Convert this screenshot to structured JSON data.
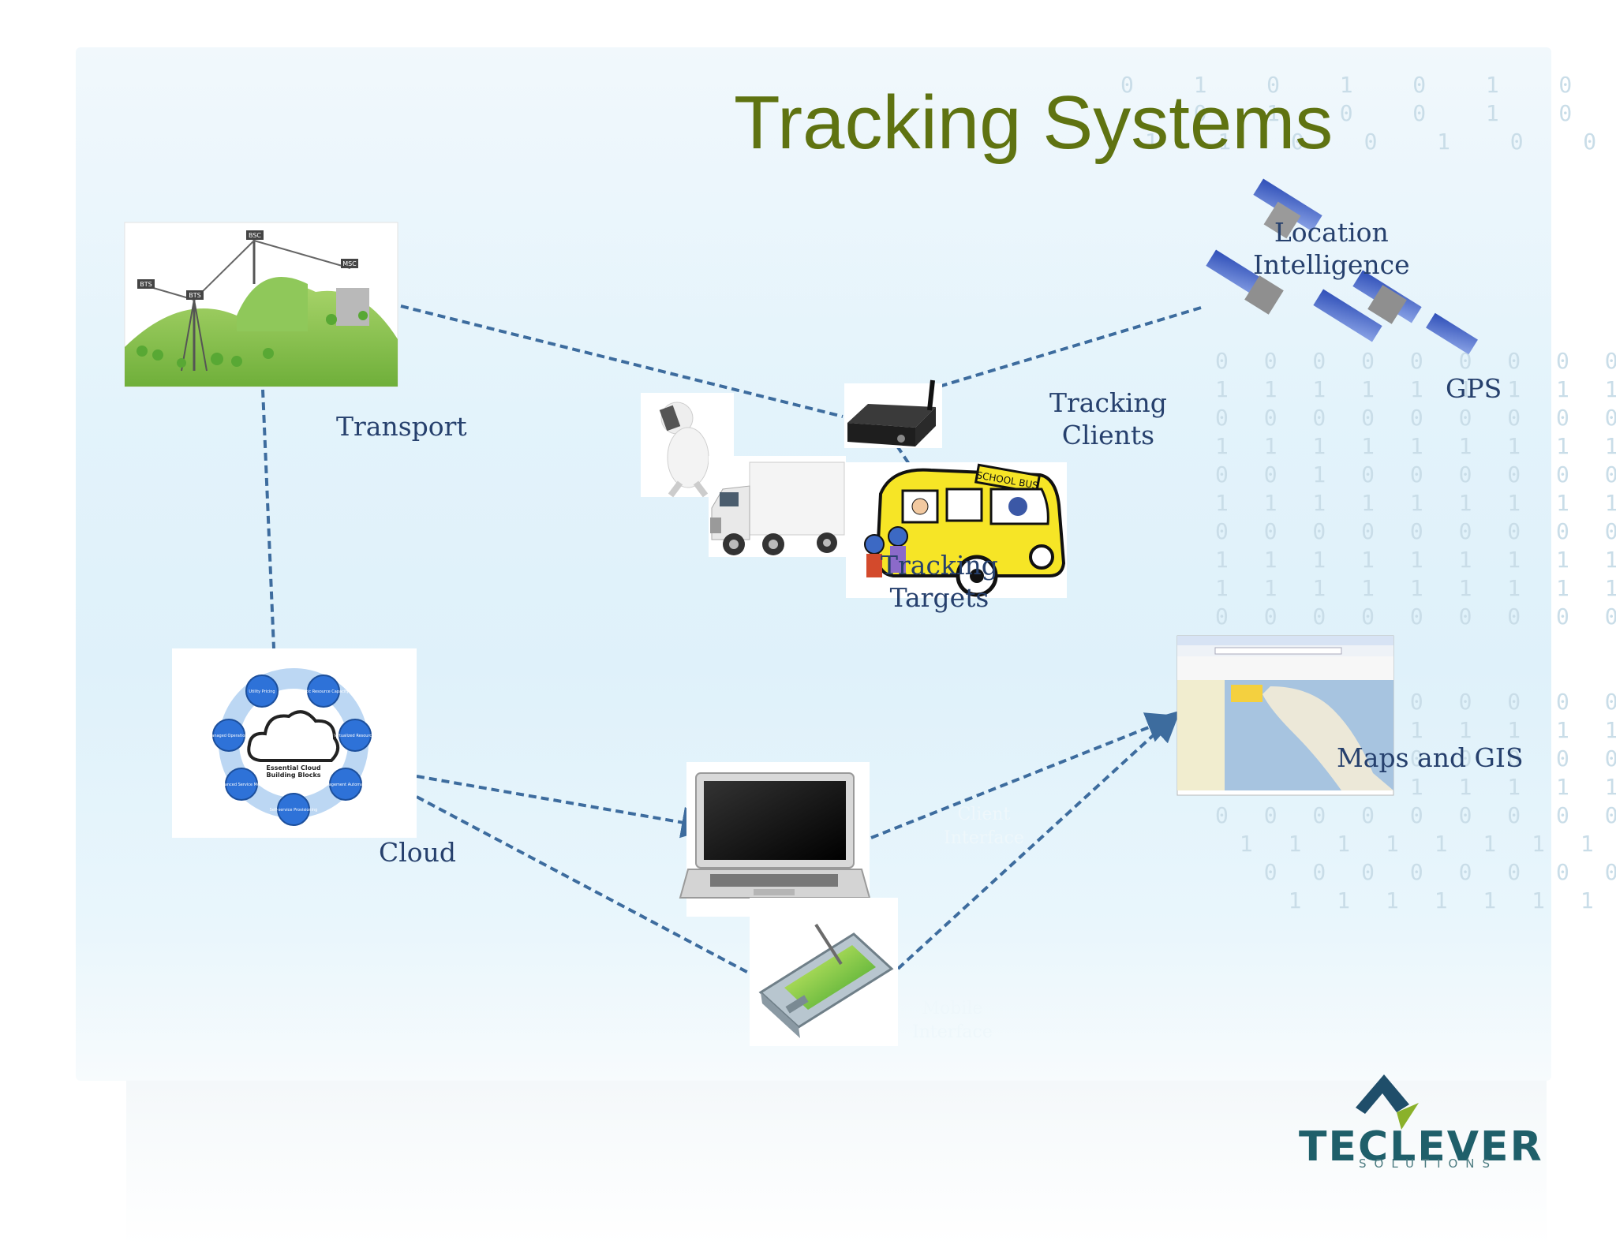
{
  "title": "Tracking Systems",
  "nodes": {
    "location_intelligence": "Location\nIntelligence",
    "gps": "GPS",
    "tracking_clients": "Tracking\nClients",
    "transport": "Transport",
    "tracking_targets": "Tracking\nTargets",
    "cloud": "Cloud",
    "maps_gis": "Maps and GIS",
    "client_interface": "Client\nInterface",
    "mobile_interface": "Mobile\nInterface"
  },
  "figure_text": {
    "cell_tower": {
      "bsc": "BSC",
      "msc": "MSC",
      "bts_1": "BTS",
      "bts_2": "BTS"
    },
    "cloud_diagram": {
      "center": "Essential Cloud\nBuilding Blocks",
      "blocks": [
        "Utility Pricing",
        "Elastic Resource Capacity",
        "Virtualized Resources",
        "Management Automation",
        "Self-service Provisioning",
        "Advanced Service Model",
        "Managed Operations"
      ]
    },
    "school_bus": "SCHOOL BUS"
  },
  "logo": {
    "word": "TECLEVER",
    "sub": "SOLUTIONS"
  },
  "colors": {
    "title": "#5f7311",
    "label": "#26406d",
    "connector": "#3d6c9e",
    "logo": "#1f5f6a"
  }
}
